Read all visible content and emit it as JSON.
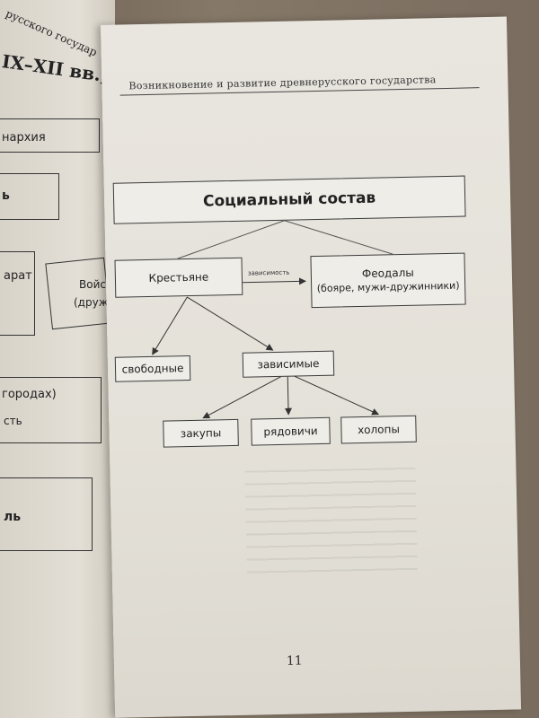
{
  "left_page": {
    "header_fragment": "русского государ",
    "period": "IX–XII вв.)",
    "monarchy": "нархия",
    "frag_b": "ь",
    "apparat": "арат",
    "voisko": "Войск",
    "druzh": "(друж",
    "gorodah": "городах)",
    "st": "сть",
    "frag_l": "ль"
  },
  "running_header": "Возникновение и развитие древнерусского государства",
  "diagram": {
    "root": "Социальный состав",
    "peasants": "Крестьяне",
    "dependency_label": "зависимость",
    "feudals": "Феодалы",
    "feudals_detail": "(бояре, мужи-дружинники)",
    "free": "свободные",
    "dependent": "зависимые",
    "zakupy": "закупы",
    "ryadovichi": "рядовичи",
    "kholopy": "холопы"
  },
  "page_number": "11"
}
